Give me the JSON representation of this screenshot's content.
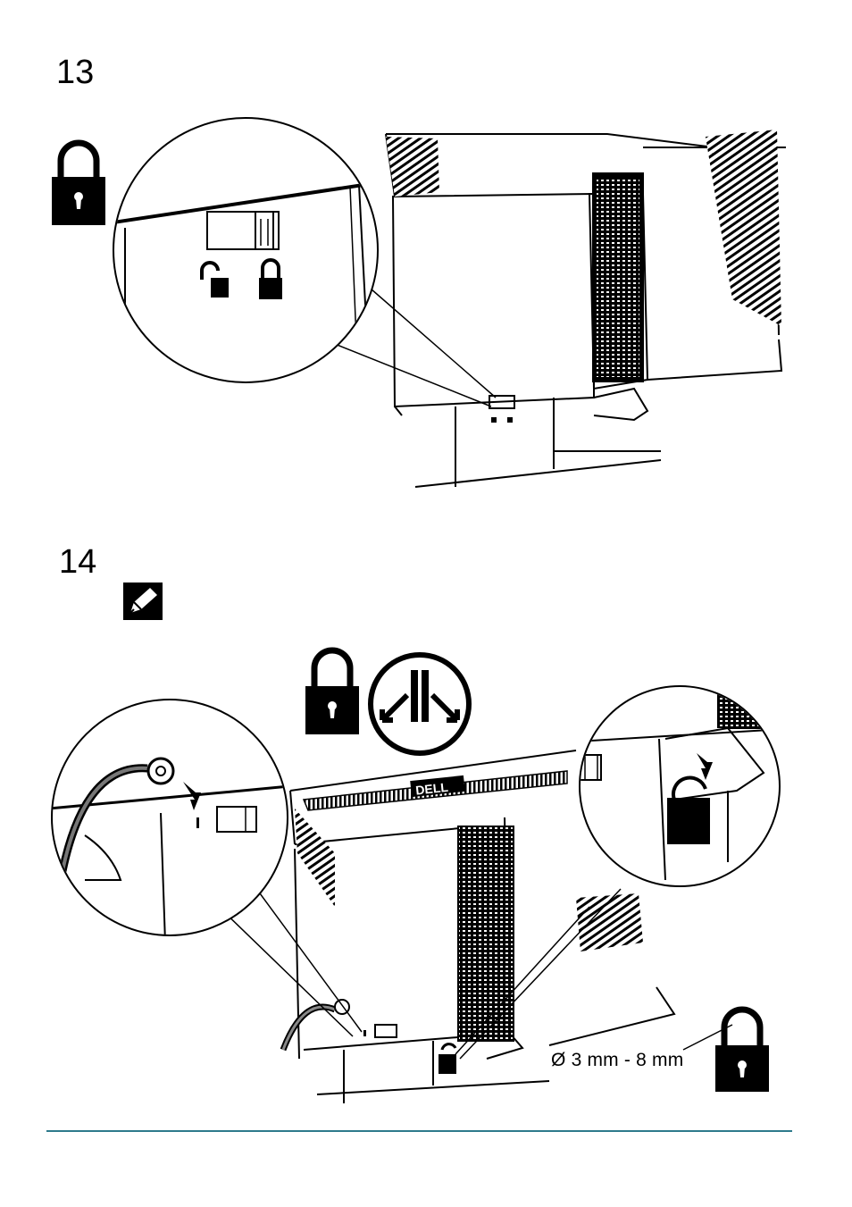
{
  "steps": [
    {
      "number": "13",
      "icons": [
        "padlock-closed-icon",
        "padlock-open-icon"
      ]
    },
    {
      "number": "14",
      "icons": [
        "note-pencil-icon",
        "padlock-closed-icon",
        "no-separation-icon",
        "cable-lock-icon",
        "padlock-closed-icon"
      ]
    }
  ],
  "step14": {
    "padlock_diameter_label": "Ø 3 mm - 8 mm"
  },
  "colors": {
    "rule": "#2e7a8c",
    "ink": "#000000"
  }
}
